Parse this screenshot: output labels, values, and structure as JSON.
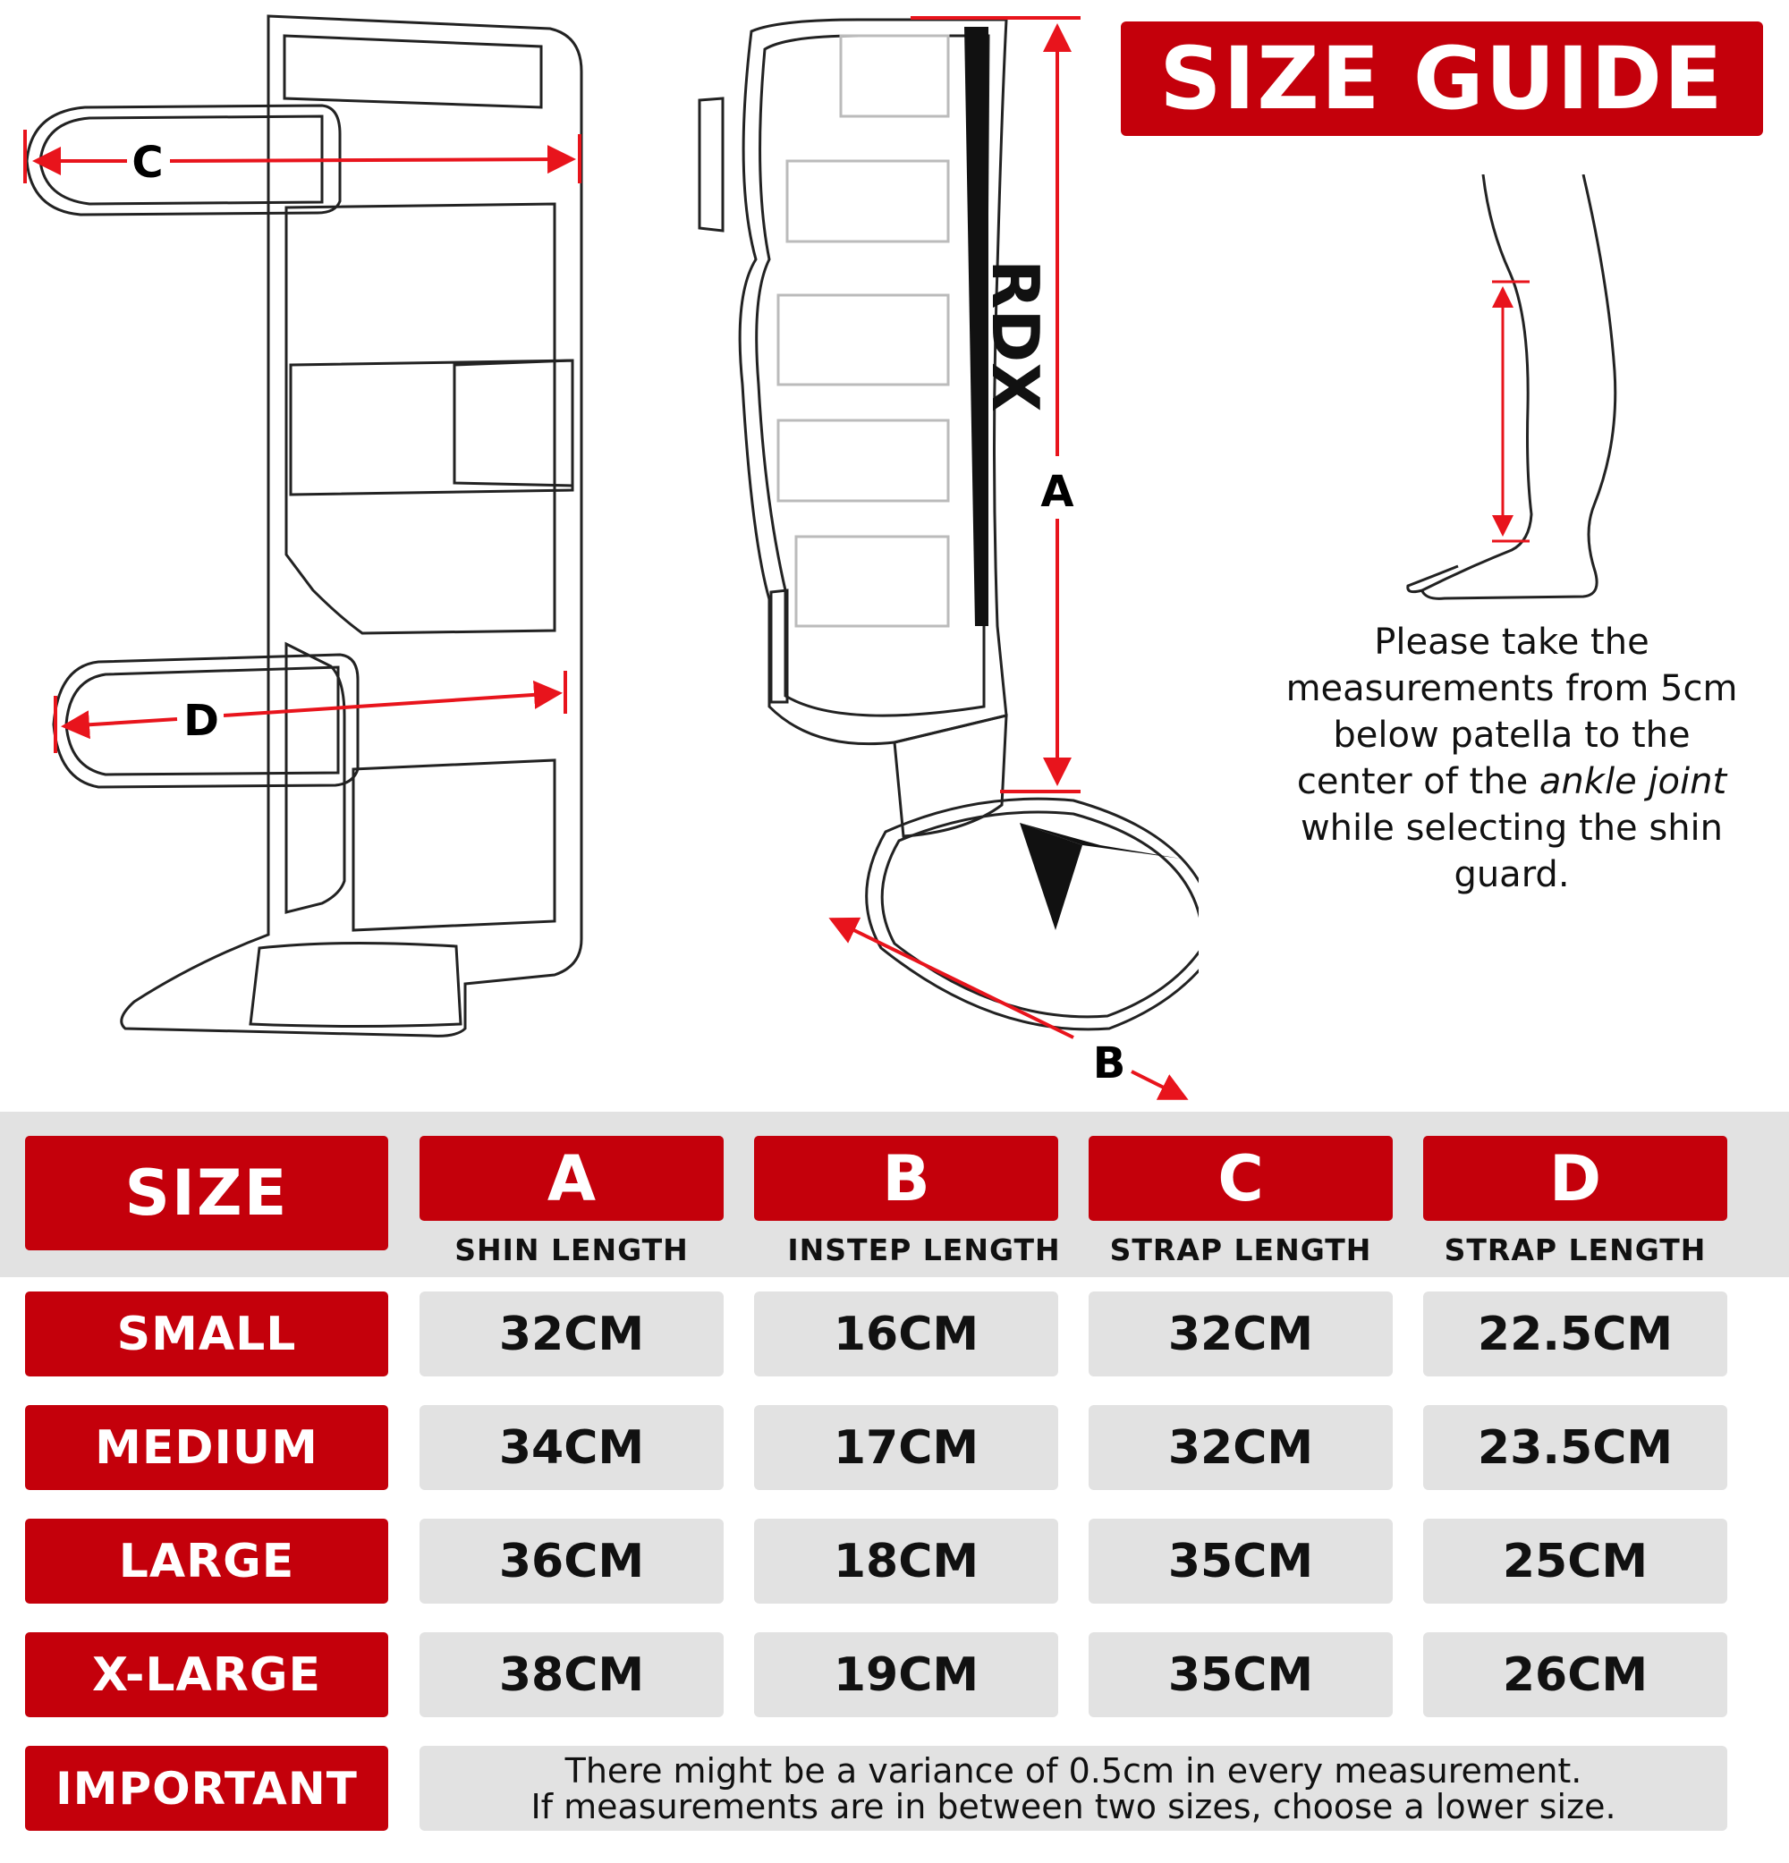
{
  "title": "SIZE GUIDE",
  "diagram_labels": {
    "a": "A",
    "b": "B",
    "c": "C",
    "d": "D"
  },
  "brand_mark": "RDX",
  "instruction": {
    "before": "Please take the measurements from 5cm below patella to the center of the ",
    "emphasis": "ankle joint",
    "after": " while selecting the shin guard."
  },
  "table": {
    "size_header": "SIZE",
    "columns": [
      {
        "letter": "A",
        "label": "SHIN LENGTH"
      },
      {
        "letter": "B",
        "label": "INSTEP LENGTH"
      },
      {
        "letter": "C",
        "label": "STRAP LENGTH"
      },
      {
        "letter": "D",
        "label": "STRAP LENGTH"
      }
    ],
    "rows": [
      {
        "size": "SMALL",
        "values": [
          "32CM",
          "16CM",
          "32CM",
          "22.5CM"
        ]
      },
      {
        "size": "MEDIUM",
        "values": [
          "34CM",
          "17CM",
          "32CM",
          "23.5CM"
        ]
      },
      {
        "size": "LARGE",
        "values": [
          "36CM",
          "18CM",
          "35CM",
          "25CM"
        ]
      },
      {
        "size": "X-LARGE",
        "values": [
          "38CM",
          "19CM",
          "35CM",
          "26CM"
        ]
      }
    ],
    "important_label": "IMPORTANT",
    "important_lines": [
      "There might be a variance of 0.5cm in every measurement.",
      "If measurements are in between two sizes, choose a lower size."
    ]
  },
  "colors": {
    "accent_red": "#c4000b",
    "cell_grey": "#e2e2e2",
    "dimension_red": "#e8141c"
  }
}
